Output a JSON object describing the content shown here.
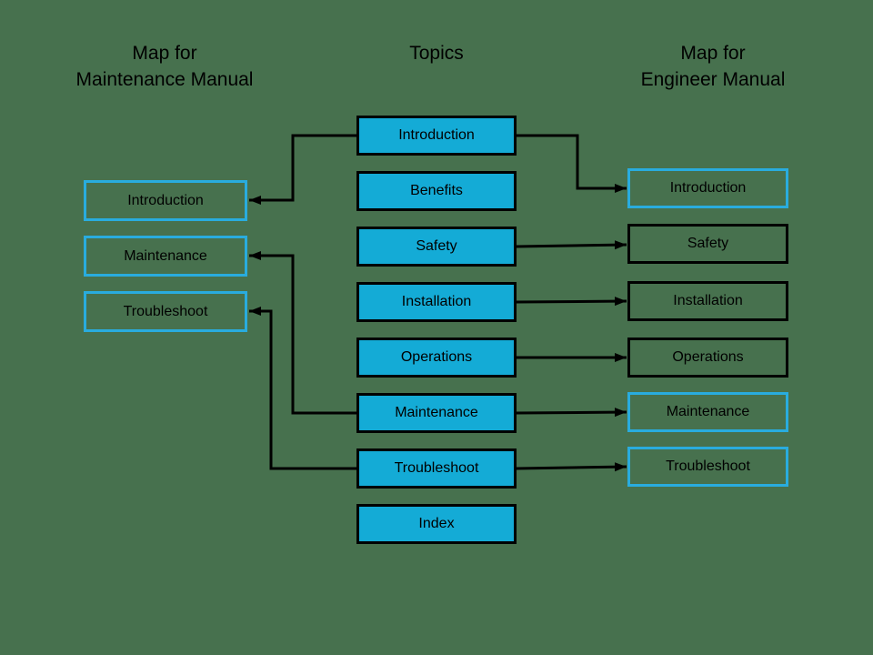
{
  "colors": {
    "background": "#47714E",
    "topic_fill": "#14ABD6",
    "cyan_border": "#29ACDE",
    "line": "#000000",
    "text": "#000000"
  },
  "headers": {
    "left": {
      "line1": "Map for",
      "line2": "Maintenance Manual"
    },
    "center": {
      "title": "Topics"
    },
    "right": {
      "line1": "Map for",
      "line2": "Engineer Manual"
    }
  },
  "maintenance_map": {
    "boxes": [
      {
        "label": "Introduction",
        "accent": true
      },
      {
        "label": "Maintenance",
        "accent": true
      },
      {
        "label": "Troubleshoot",
        "accent": true
      }
    ]
  },
  "topics": {
    "boxes": [
      {
        "label": "Introduction"
      },
      {
        "label": "Benefits"
      },
      {
        "label": "Safety"
      },
      {
        "label": "Installation"
      },
      {
        "label": "Operations"
      },
      {
        "label": "Maintenance"
      },
      {
        "label": "Troubleshoot"
      },
      {
        "label": "Index"
      }
    ]
  },
  "engineer_map": {
    "boxes": [
      {
        "label": "Introduction",
        "accent": true
      },
      {
        "label": "Safety",
        "accent": false
      },
      {
        "label": "Installation",
        "accent": false
      },
      {
        "label": "Operations",
        "accent": false
      },
      {
        "label": "Maintenance",
        "accent": true
      },
      {
        "label": "Troubleshoot",
        "accent": true
      }
    ]
  },
  "connections": [
    {
      "from": "topics.Introduction",
      "to": "maintenance_map.Introduction"
    },
    {
      "from": "topics.Introduction",
      "to": "engineer_map.Introduction"
    },
    {
      "from": "topics.Safety",
      "to": "engineer_map.Safety"
    },
    {
      "from": "topics.Installation",
      "to": "engineer_map.Installation"
    },
    {
      "from": "topics.Operations",
      "to": "engineer_map.Operations"
    },
    {
      "from": "topics.Maintenance",
      "to": "maintenance_map.Maintenance"
    },
    {
      "from": "topics.Maintenance",
      "to": "engineer_map.Maintenance"
    },
    {
      "from": "topics.Troubleshoot",
      "to": "maintenance_map.Troubleshoot"
    },
    {
      "from": "topics.Troubleshoot",
      "to": "engineer_map.Troubleshoot"
    }
  ]
}
